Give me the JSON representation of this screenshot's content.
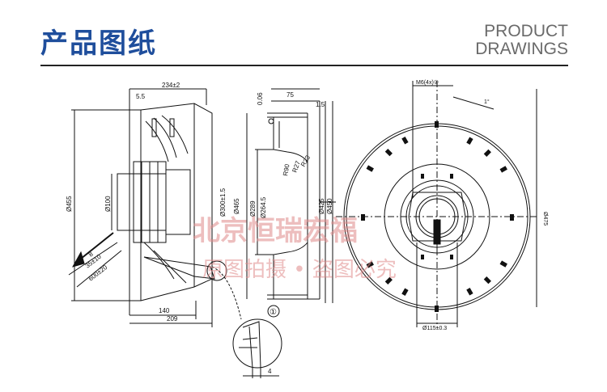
{
  "header": {
    "title": "产品图纸",
    "subtitle_line1": "PRODUCT",
    "subtitle_line2": "DRAWINGS"
  },
  "watermark": {
    "line1": "北京恒瑞宏福",
    "line2": "原图拍摄 • 盗图必究"
  },
  "side_view": {
    "top_width": "234±2",
    "small_offset": "5.5",
    "outer_dia": "Ø455",
    "hub_dia": "Ø100",
    "cable_small": "8",
    "cable_mid": "35±10",
    "cable_long": "600±20",
    "bottom_a": "140",
    "bottom_b": "209"
  },
  "section_view": {
    "top_a": "0.06",
    "top_b": "75",
    "right_gap": "1.5",
    "r1": "R90",
    "r2": "R27",
    "r3": "R23",
    "d1": "Ø300±1.5",
    "d2": "Ø465",
    "d3": "Ø289",
    "d4": "Ø264.5",
    "d5": "Ø425",
    "d6": "Ø450"
  },
  "detail": {
    "callout": "①",
    "dim": "4"
  },
  "front_view": {
    "thread_note": "M6(4x)②",
    "angle_note": "1°",
    "side_dim": "Ø475",
    "bottom_dim": "Ø115±0.3"
  },
  "colors": {
    "brand_blue": "#1f4e9c",
    "watermark_red": "#e08a8a"
  }
}
